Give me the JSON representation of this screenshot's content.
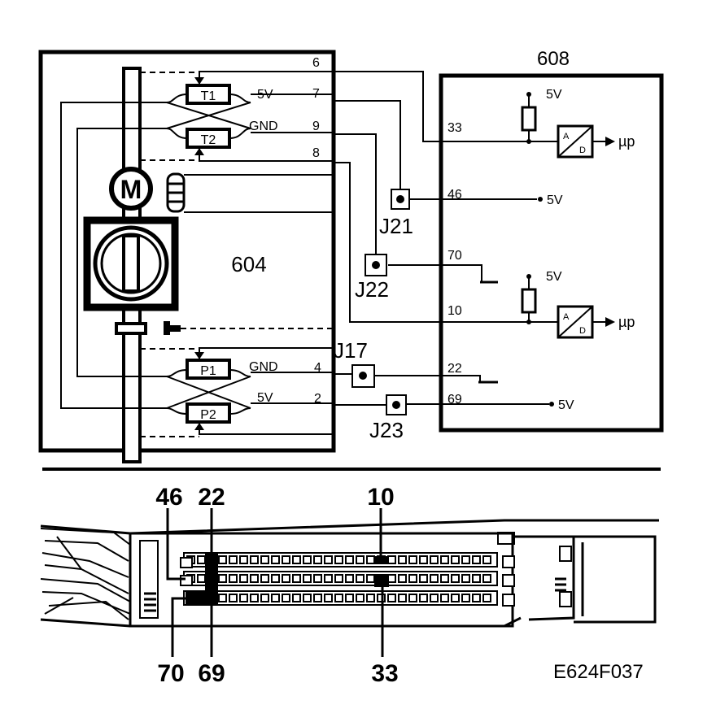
{
  "diagram": {
    "unit_604": {
      "label": "604",
      "motor": "M",
      "track_t1": "T1",
      "track_t2": "T2",
      "track_p1": "P1",
      "track_p2": "P2",
      "supply_5v_top": "5V",
      "ground_top": "GND",
      "ground_bottom": "GND",
      "supply_5v_bottom": "5V",
      "pin_6": "6",
      "pin_7": "7",
      "pin_9": "9",
      "pin_8": "8",
      "pin_4": "4",
      "pin_2": "2"
    },
    "unit_608": {
      "label": "608",
      "pin_33": "33",
      "pin_46": "46",
      "pin_70": "70",
      "pin_10": "10",
      "pin_22": "22",
      "pin_69": "69",
      "ref_5v_a": "5V",
      "ref_5v_b": "5V",
      "ref_5v_46": "5V",
      "ref_5v_69": "5V",
      "adc_label_a": "A",
      "adc_label_d": "D",
      "uP_top": "µp",
      "uP_bottom": "µp"
    },
    "junctions": {
      "j21": "J21",
      "j22": "J22",
      "j17": "J17",
      "j23": "J23"
    },
    "connector": {
      "label_46": "46",
      "label_22": "22",
      "label_10": "10",
      "label_70": "70",
      "label_69": "69",
      "label_33": "33"
    },
    "figure_code": "E624F037"
  }
}
